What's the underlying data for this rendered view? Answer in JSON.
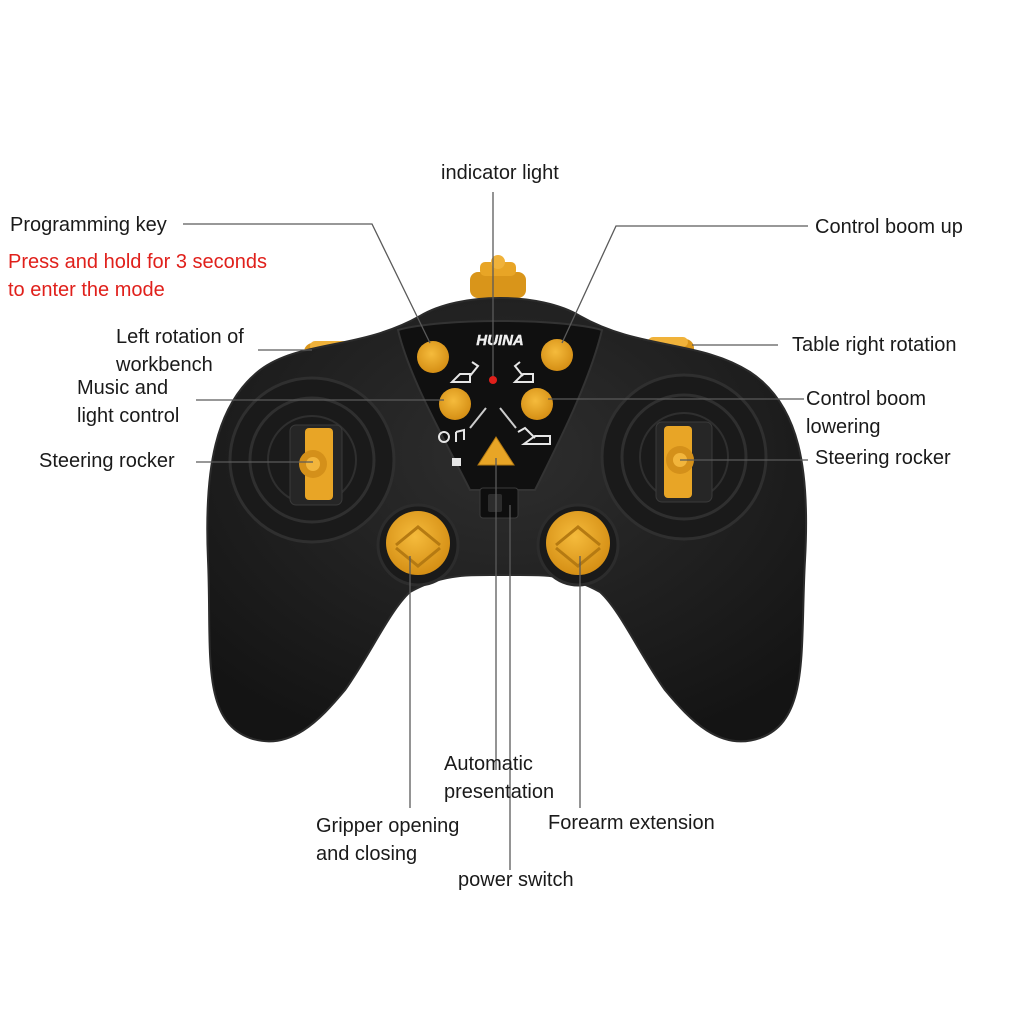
{
  "brand_logo_text": "HUINA",
  "labels": {
    "indicator_light": "indicator light",
    "programming_key": "Programming key",
    "programming_note_1": "Press and hold for 3 seconds",
    "programming_note_2": "to enter the mode",
    "control_boom_up": "Control boom up",
    "left_rotation_1": "Left rotation of",
    "left_rotation_2": "workbench",
    "table_right_rotation": "Table right rotation",
    "music_light_1": "Music and",
    "music_light_2": "light control",
    "control_boom_lowering_1": "Control boom",
    "control_boom_lowering_2": "lowering",
    "steering_rocker_left": "Steering rocker",
    "steering_rocker_right": "Steering rocker",
    "automatic_1": "Automatic",
    "automatic_2": "presentation",
    "gripper_1": "Gripper opening",
    "gripper_2": "and closing",
    "forearm_extension": "Forearm extension",
    "power_switch": "power switch"
  },
  "colors": {
    "body": "#1d1d1d",
    "body_edge": "#2b2b2b",
    "button": "#e8a526",
    "button_dark": "#b57a12",
    "leader_line": "#555555",
    "note_red": "#e0201b"
  },
  "icons": [
    "excavator-icon",
    "music-icon",
    "light-icon",
    "demo-icon"
  ]
}
